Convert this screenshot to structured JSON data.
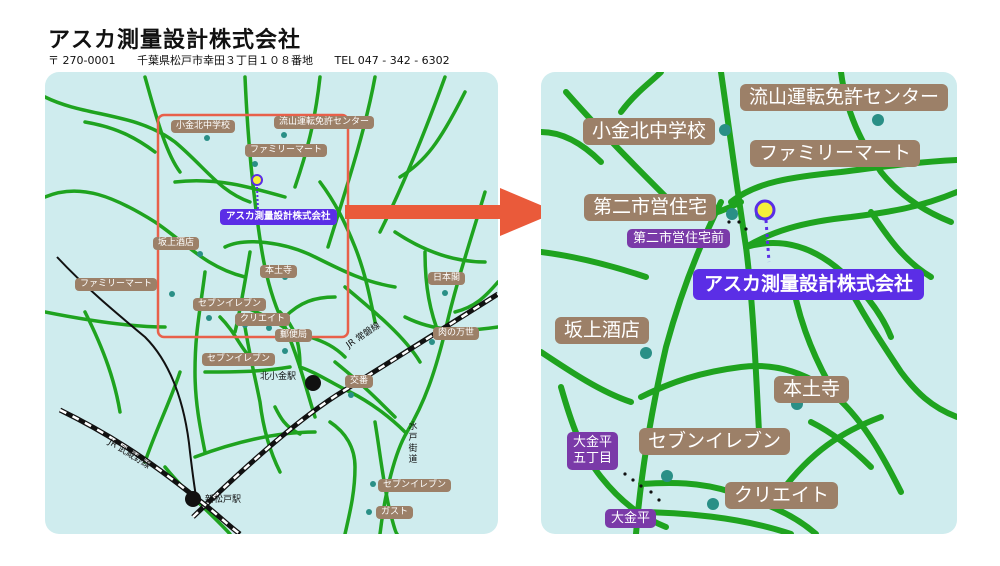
{
  "header": {
    "company_name": "アスカ測量設計株式会社",
    "postal": "〒 270-0001",
    "address": "千葉県松戸市幸田３丁目１０８番地",
    "tel": "TEL 047 - 342 - 6302"
  },
  "overview_map": {
    "company_label": "アスカ測量設計株式会社",
    "landmarks": {
      "elementary_school": "小金北中学校",
      "license_center": "流山運転免許センター",
      "familymart_north": "ファミリーマート",
      "sakagami_liquor": "坂上酒店",
      "familymart_west": "ファミリーマート",
      "hondoji": "本土寺",
      "seven_eleven_1": "セブンイレブン",
      "create": "クリエイト",
      "post_office": "郵便局",
      "seven_eleven_2": "セブンイレブン",
      "nihondo": "日本閣",
      "niku_no_mansei": "肉の万世",
      "koban": "交番",
      "seven_eleven_3": "セブンイレブン",
      "gusto": "ガスト"
    },
    "stations": {
      "kitakogane": "北小金駅",
      "shinmatsudo": "新松戸駅"
    },
    "rail_lines": {
      "joban": "JR 常磐線",
      "musashino": "JR 武蔵野線"
    },
    "road_vertical": "水戸街道"
  },
  "detail_map": {
    "company_label": "アスカ測量設計株式会社",
    "landmarks": {
      "license_center": "流山運転免許センター",
      "elementary_school": "小金北中学校",
      "familymart": "ファミリーマート",
      "daini_housing": "第二市営住宅",
      "sakagami_liquor": "坂上酒店",
      "hondoji": "本土寺",
      "seven_eleven": "セブンイレブン",
      "create": "クリエイト"
    },
    "bus_stops": {
      "daini_mae": "第二市営住宅前",
      "ohkanehira_5": "大金平\n五丁目",
      "ohkanehira": "大金平"
    }
  },
  "colors": {
    "panel_bg": "#cfecee",
    "road": "#1fa31f",
    "label_bg": "#9c8068",
    "company_bg": "#5b2ee6",
    "bus_stop_bg": "#7a3aa8",
    "marker": "#2a8f86",
    "highlight_frame": "#e8604a",
    "arrow": "#ea5a3a",
    "company_dot": "#f5f03a"
  }
}
